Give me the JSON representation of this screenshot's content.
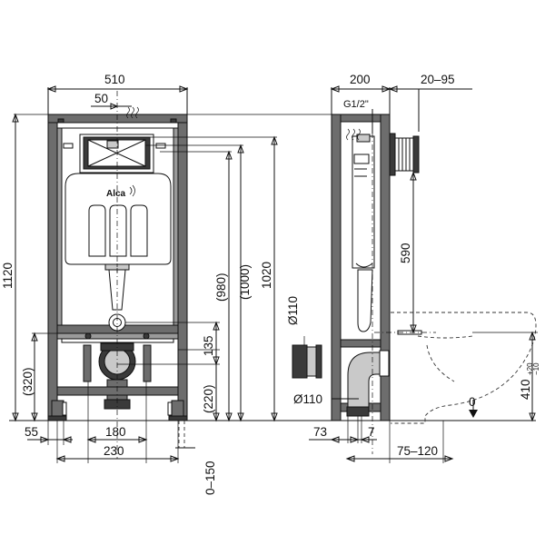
{
  "front_view": {
    "width_total": "510",
    "offset_top": "50",
    "height_total": "1120",
    "height_1": "(980)",
    "height_2": "(1000)",
    "height_3": "1020",
    "height_side": "(320)",
    "height_135": "135",
    "height_220": "(220)",
    "bottom_55": "55",
    "bottom_180": "180",
    "bottom_230": "230",
    "adjust_0_150": "0–150",
    "brand_label": "Alca"
  },
  "side_view": {
    "depth_200": "200",
    "range_20_95": "20–95",
    "pipe_thread": "G1/2\"",
    "height_590": "590",
    "pipe_d110_top": "Ø110",
    "pipe_d110_bottom": "Ø110",
    "dim_73": "73",
    "dim_7": "7",
    "range_75_120": "75–120",
    "height_410": "410",
    "tol_plus": "+20",
    "tol_minus": "−10",
    "floor_zero": "0"
  }
}
